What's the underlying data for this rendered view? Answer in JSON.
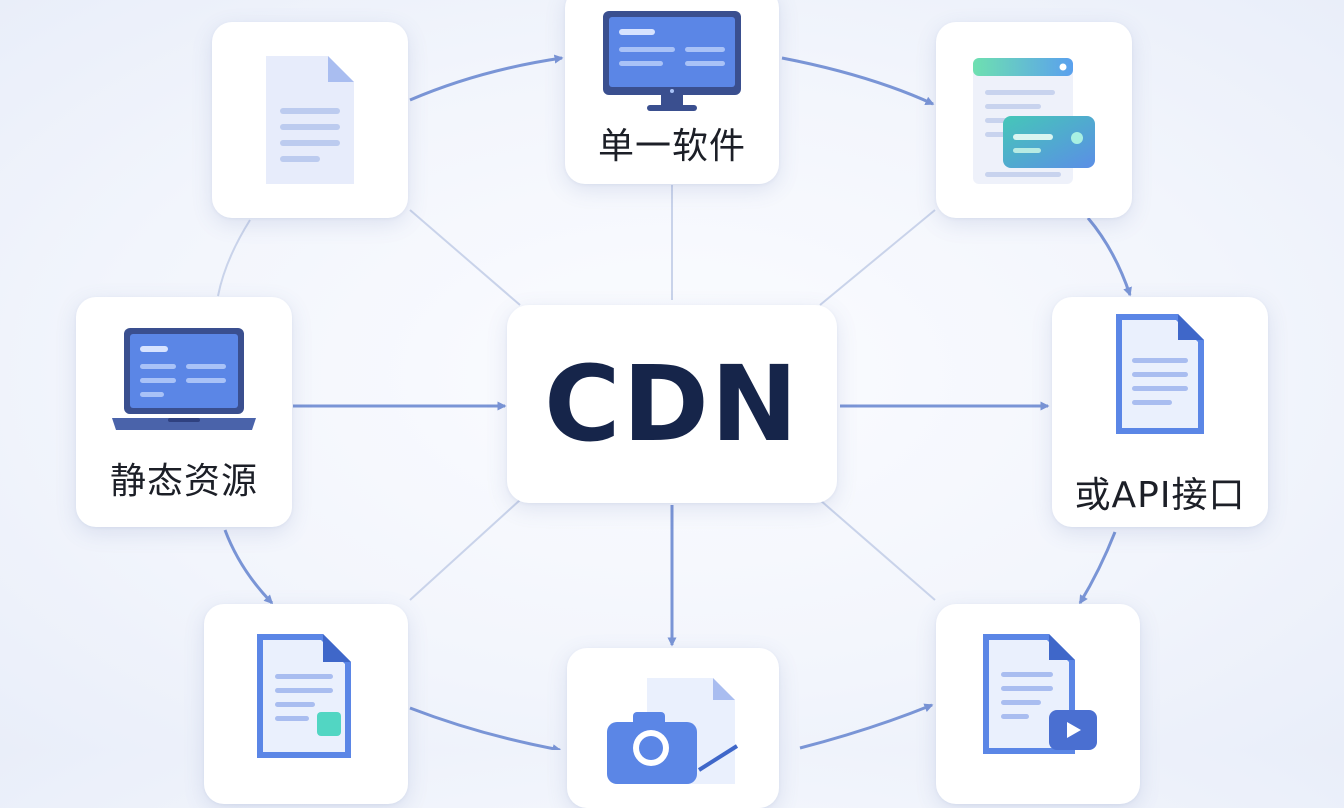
{
  "center": {
    "label": "CDN"
  },
  "nodes": {
    "top": {
      "label": "单一软件",
      "icon": "monitor-icon"
    },
    "left": {
      "label": "静态资源",
      "icon": "laptop-icon"
    },
    "right": {
      "label": "或API接口",
      "icon": "document-icon"
    },
    "top_left": {
      "icon": "document-icon"
    },
    "top_right": {
      "icon": "browser-window-icon"
    },
    "bottom_left": {
      "icon": "document-image-icon"
    },
    "bottom": {
      "icon": "image-file-icon"
    },
    "bottom_right": {
      "icon": "video-file-icon"
    }
  },
  "colors": {
    "accent": "#5b82e0",
    "arrow": "#7a95d6",
    "line": "#c9d3ea",
    "text": "#1c1f27",
    "center_text": "#16254a",
    "teal": "#52d6c3"
  }
}
